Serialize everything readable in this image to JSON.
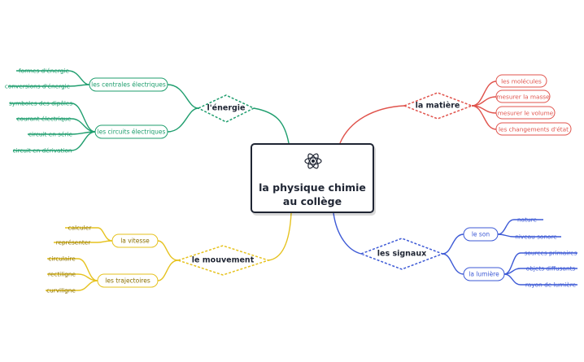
{
  "center": {
    "line1": "la physique chimie",
    "line2": "au collège",
    "icon": "atom-icon"
  },
  "colors": {
    "energie": "#1f9e6e",
    "matiere": "#e0534c",
    "signaux": "#3d5ad6",
    "mouvement": "#e6c21e",
    "text": "#1f2533"
  },
  "branches": {
    "energie": {
      "label": "l'énergie",
      "subs": [
        {
          "label": "les centrales électriques",
          "leaves": [
            "formes d'énergie",
            "conversions d'énergie"
          ]
        },
        {
          "label": "les circuits électriques",
          "leaves": [
            "symboles des dipôles",
            "courant électrique",
            "circuit en série",
            "circuit en dérivation"
          ]
        }
      ]
    },
    "matiere": {
      "label": "la matière",
      "leaves": [
        "les molécules",
        "mesurer la masse",
        "mesurer le volume",
        "les changements d'état"
      ]
    },
    "signaux": {
      "label": "les signaux",
      "subs": [
        {
          "label": "le son",
          "leaves": [
            "nature",
            "niveau sonore"
          ]
        },
        {
          "label": "la lumière",
          "leaves": [
            "sources primaires",
            "objets diffusants",
            "rayon de lumière"
          ]
        }
      ]
    },
    "mouvement": {
      "label": "le mouvement",
      "subs": [
        {
          "label": "la vitesse",
          "leaves": [
            "calculer",
            "représenter"
          ]
        },
        {
          "label": "les trajectoires",
          "leaves": [
            "circulaire",
            "rectiligne",
            "curviligne"
          ]
        }
      ]
    }
  }
}
